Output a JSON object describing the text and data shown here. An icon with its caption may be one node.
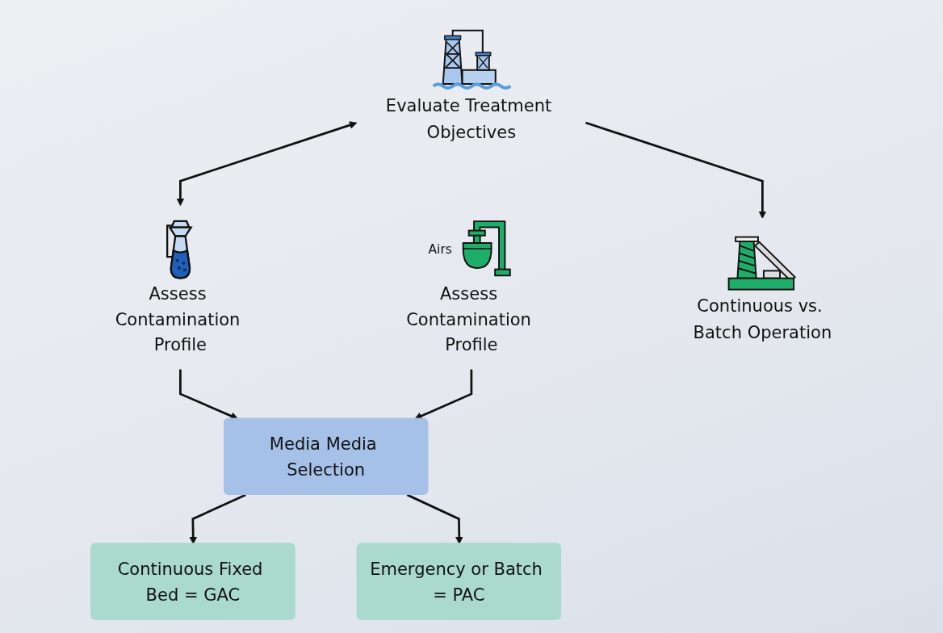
{
  "diagram": {
    "nodes": [
      {
        "text": [
          "Evaluate Treatment Objectives"
        ]
      },
      {
        "text": [
          "Assess Contamination Profile"
        ]
      },
      {
        "text": [
          "Airs",
          "Assess Contamination Profile"
        ]
      },
      {
        "text": [
          "Continuous vs. Batch Operation"
        ]
      },
      {
        "text": [
          "Media Media Selection"
        ]
      },
      {
        "text": [
          "Continuous Fixed Bed = GAC"
        ]
      },
      {
        "text": [
          "Emergency or Batch = PAC"
        ]
      }
    ],
    "edges": [
      {
        "from": 0,
        "to": 1,
        "arrow": "both"
      },
      {
        "from": 0,
        "to": 3,
        "arrow": "to"
      },
      {
        "from": 1,
        "to": 4,
        "arrow": "to"
      },
      {
        "from": 2,
        "to": 4,
        "arrow": "to"
      },
      {
        "from": 4,
        "to": 5,
        "arrow": "to"
      },
      {
        "from": 4,
        "to": 6,
        "arrow": "to"
      }
    ]
  }
}
